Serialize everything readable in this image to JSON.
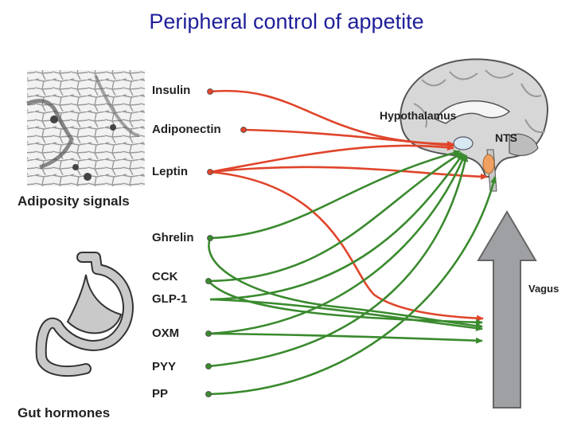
{
  "title": "Peripheral control of appetite",
  "adiposity": {
    "caption": "Adiposity signals",
    "signals": [
      "Insulin",
      "Adiponectin",
      "Leptin"
    ]
  },
  "gut": {
    "caption": "Gut hormones",
    "hormones": [
      "Ghrelin",
      "CCK",
      "GLP-1",
      "OXM",
      "PYY",
      "PP"
    ]
  },
  "brain": {
    "hypothalamus_label": "Hypothalamus",
    "nts_label": "NTS"
  },
  "vagus_label": "Vagus",
  "colors": {
    "title": "#1f1f9a",
    "adiposity_arrows": "#e0452b",
    "gut_arrows": "#3a8a2e",
    "vagus_arrow": "#9ea0a3",
    "nts": "#f0a060",
    "hypothalamus": "#d8e8f2"
  }
}
